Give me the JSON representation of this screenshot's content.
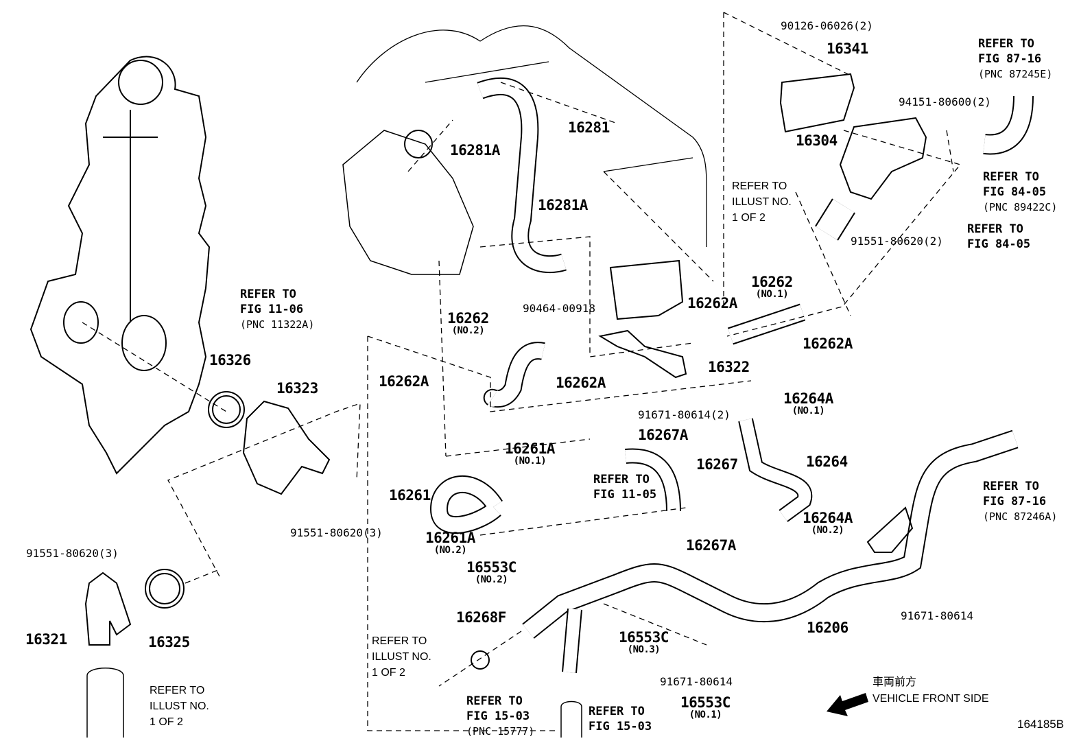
{
  "diagram": {
    "figure_id": "164185B",
    "direction_note": {
      "jp": "車両前方",
      "en": "VEHICLE FRONT SIDE",
      "icon": "arrow-left-icon"
    },
    "callouts": [
      {
        "type": "part",
        "lines": [
          "90126-06026(2)"
        ]
      },
      {
        "type": "num",
        "lines": [
          "16341"
        ]
      },
      {
        "type": "ref",
        "lines": [
          "REFER TO",
          "FIG 87-16",
          "(PNC 87245E)"
        ]
      },
      {
        "type": "part",
        "lines": [
          "94151-80600(2)"
        ]
      },
      {
        "type": "num",
        "lines": [
          "16304"
        ]
      },
      {
        "type": "illust",
        "lines": [
          "REFER TO",
          "ILLUST NO.",
          "1 OF 2"
        ]
      },
      {
        "type": "ref",
        "lines": [
          "REFER TO",
          "FIG 84-05",
          "(PNC 89422C)"
        ]
      },
      {
        "type": "part",
        "lines": [
          "91551-80620(2)"
        ]
      },
      {
        "type": "ref",
        "lines": [
          "REFER TO",
          "FIG 84-05"
        ]
      },
      {
        "type": "num",
        "lines": [
          "16281"
        ]
      },
      {
        "type": "num",
        "lines": [
          "16281A"
        ]
      },
      {
        "type": "num",
        "lines": [
          "16281A"
        ]
      },
      {
        "type": "part",
        "lines": [
          "90464-00918"
        ]
      },
      {
        "type": "ref",
        "lines": [
          "REFER TO",
          "FIG 11-06",
          "(PNC 11322A)"
        ]
      },
      {
        "type": "num",
        "lines": [
          "16262",
          "(NO.2)"
        ]
      },
      {
        "type": "num",
        "lines": [
          "16262A"
        ]
      },
      {
        "type": "num",
        "lines": [
          "16262",
          "(NO.1)"
        ]
      },
      {
        "type": "num",
        "lines": [
          "16262A"
        ]
      },
      {
        "type": "num",
        "lines": [
          "16322"
        ]
      },
      {
        "type": "num",
        "lines": [
          "16262A"
        ]
      },
      {
        "type": "num",
        "lines": [
          "16262A"
        ]
      },
      {
        "type": "part",
        "lines": [
          "91671-80614(2)"
        ]
      },
      {
        "type": "num",
        "lines": [
          "16264A",
          "(NO.1)"
        ]
      },
      {
        "type": "num",
        "lines": [
          "16326"
        ]
      },
      {
        "type": "num",
        "lines": [
          "16323"
        ]
      },
      {
        "type": "num",
        "lines": [
          "16267A"
        ]
      },
      {
        "type": "num",
        "lines": [
          "16261A",
          "(NO.1)"
        ]
      },
      {
        "type": "num",
        "lines": [
          "16267"
        ]
      },
      {
        "type": "num",
        "lines": [
          "16264"
        ]
      },
      {
        "type": "ref",
        "lines": [
          "REFER TO",
          "FIG 11-05"
        ]
      },
      {
        "type": "num",
        "lines": [
          "16261"
        ]
      },
      {
        "type": "ref",
        "lines": [
          "REFER TO",
          "FIG 87-16",
          "(PNC 87246A)"
        ]
      },
      {
        "type": "part",
        "lines": [
          "91551-80620(3)"
        ]
      },
      {
        "type": "num",
        "lines": [
          "16261A",
          "(NO.2)"
        ]
      },
      {
        "type": "num",
        "lines": [
          "16264A",
          "(NO.2)"
        ]
      },
      {
        "type": "num",
        "lines": [
          "16267A"
        ]
      },
      {
        "type": "part",
        "lines": [
          "91551-80620(3)"
        ]
      },
      {
        "type": "num",
        "lines": [
          "16553C",
          "(NO.2)"
        ]
      },
      {
        "type": "num",
        "lines": [
          "16268F"
        ]
      },
      {
        "type": "num",
        "lines": [
          "16206"
        ]
      },
      {
        "type": "part",
        "lines": [
          "91671-80614"
        ]
      },
      {
        "type": "num",
        "lines": [
          "16321"
        ]
      },
      {
        "type": "num",
        "lines": [
          "16325"
        ]
      },
      {
        "type": "num",
        "lines": [
          "16553C",
          "(NO.3)"
        ]
      },
      {
        "type": "illust",
        "lines": [
          "REFER TO",
          "ILLUST NO.",
          "1 OF 2"
        ]
      },
      {
        "type": "part",
        "lines": [
          "91671-80614"
        ]
      },
      {
        "type": "illust",
        "lines": [
          "REFER TO",
          "ILLUST NO.",
          "1 OF 2"
        ]
      },
      {
        "type": "ref",
        "lines": [
          "REFER TO",
          "FIG 15-03",
          "(PNC 15777)"
        ]
      },
      {
        "type": "ref",
        "lines": [
          "REFER TO",
          "FIG 15-03"
        ]
      },
      {
        "type": "num",
        "lines": [
          "16553C",
          "(NO.1)"
        ]
      }
    ]
  }
}
